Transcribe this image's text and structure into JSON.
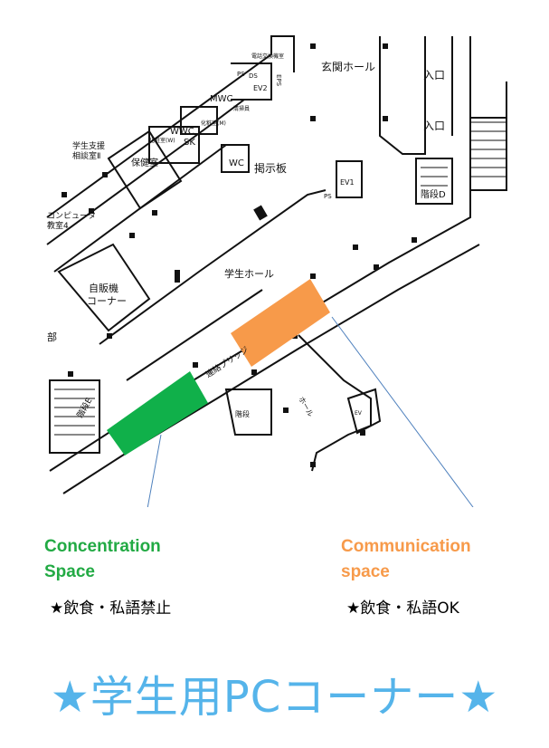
{
  "map": {
    "rooms": {
      "eps_top": "電話交換機室",
      "eps": "EPS",
      "ps": "PS",
      "ds": "DS",
      "ev2": "EV2",
      "entrance_hall": "玄関ホール",
      "entrance_1": "入口",
      "entrance_2": "入口",
      "mwc": "MWC",
      "cleaning": "清掃員",
      "wwc": "WWC",
      "sk": "SK",
      "powder_w": "化粧室(W)",
      "powder_m": "化粧室(M)",
      "wc": "WC",
      "student_support": "学生支援\n相談室Ⅱ",
      "health_room": "保健室",
      "bulletin": "掲示板",
      "ev1": "EV1",
      "ps2": "PS",
      "stairs_d": "階段D",
      "computer_room": "コンピュータ\n教室4",
      "student_hall": "学生ホール",
      "vending": "自販機\nコーナー",
      "bu": "部",
      "stairs_e": "階段E",
      "bridge": "連絡ブリッジ",
      "hall": "ホール",
      "ev": "EV",
      "stair_box": "階段"
    },
    "zones": {
      "concentration_color": "#10b04a",
      "communication_color": "#f79a4a",
      "arrow_color": "#4f81bd"
    }
  },
  "legend": {
    "concentration": {
      "line1": "Concentration",
      "line2": "Space",
      "note": "★飲食・私語禁止",
      "color": "#22aa44"
    },
    "communication": {
      "line1": "Communication",
      "line2": "space",
      "note": "★飲食・私語OK",
      "color": "#f79a4a"
    }
  },
  "banner": {
    "text": "★学生用PCコーナー★",
    "color": "#55b4ea"
  }
}
